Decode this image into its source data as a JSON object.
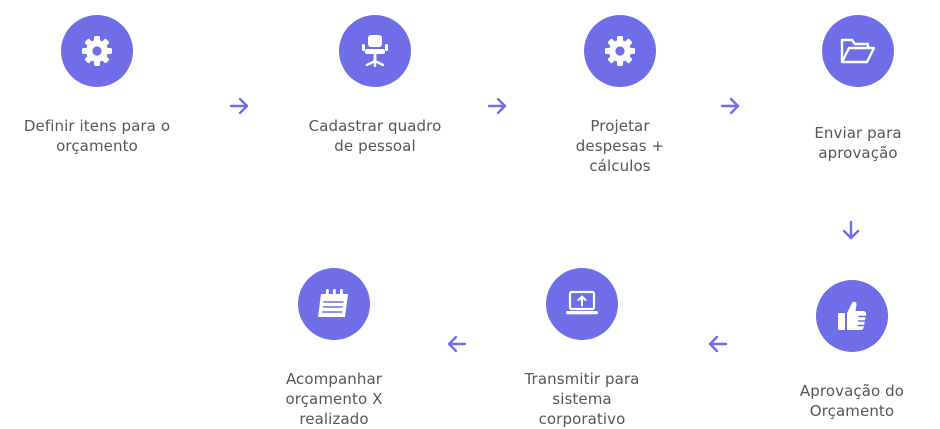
{
  "colors": {
    "accent": "#6f6ee8",
    "text": "#55565b",
    "icon_fg": "#ffffff"
  },
  "steps": [
    {
      "icon": "gear-icon",
      "label": [
        "Definir itens para o",
        "orçamento"
      ]
    },
    {
      "icon": "office-chair-icon",
      "label": [
        "Cadastrar quadro",
        "de pessoal"
      ]
    },
    {
      "icon": "gear-icon",
      "label": [
        "Projetar",
        "despesas +",
        "cálculos"
      ]
    },
    {
      "icon": "folder-open-icon",
      "label": [
        "Enviar para",
        "aprovação"
      ]
    },
    {
      "icon": "thumbs-up-icon",
      "label": [
        "Aprovação do",
        "Orçamento"
      ]
    },
    {
      "icon": "laptop-upload-icon",
      "label": [
        "Transmitir para",
        "sistema",
        "corporativo"
      ]
    },
    {
      "icon": "calendar-icon",
      "label": [
        "Acompanhar",
        "orçamento X",
        "realizado"
      ]
    }
  ]
}
